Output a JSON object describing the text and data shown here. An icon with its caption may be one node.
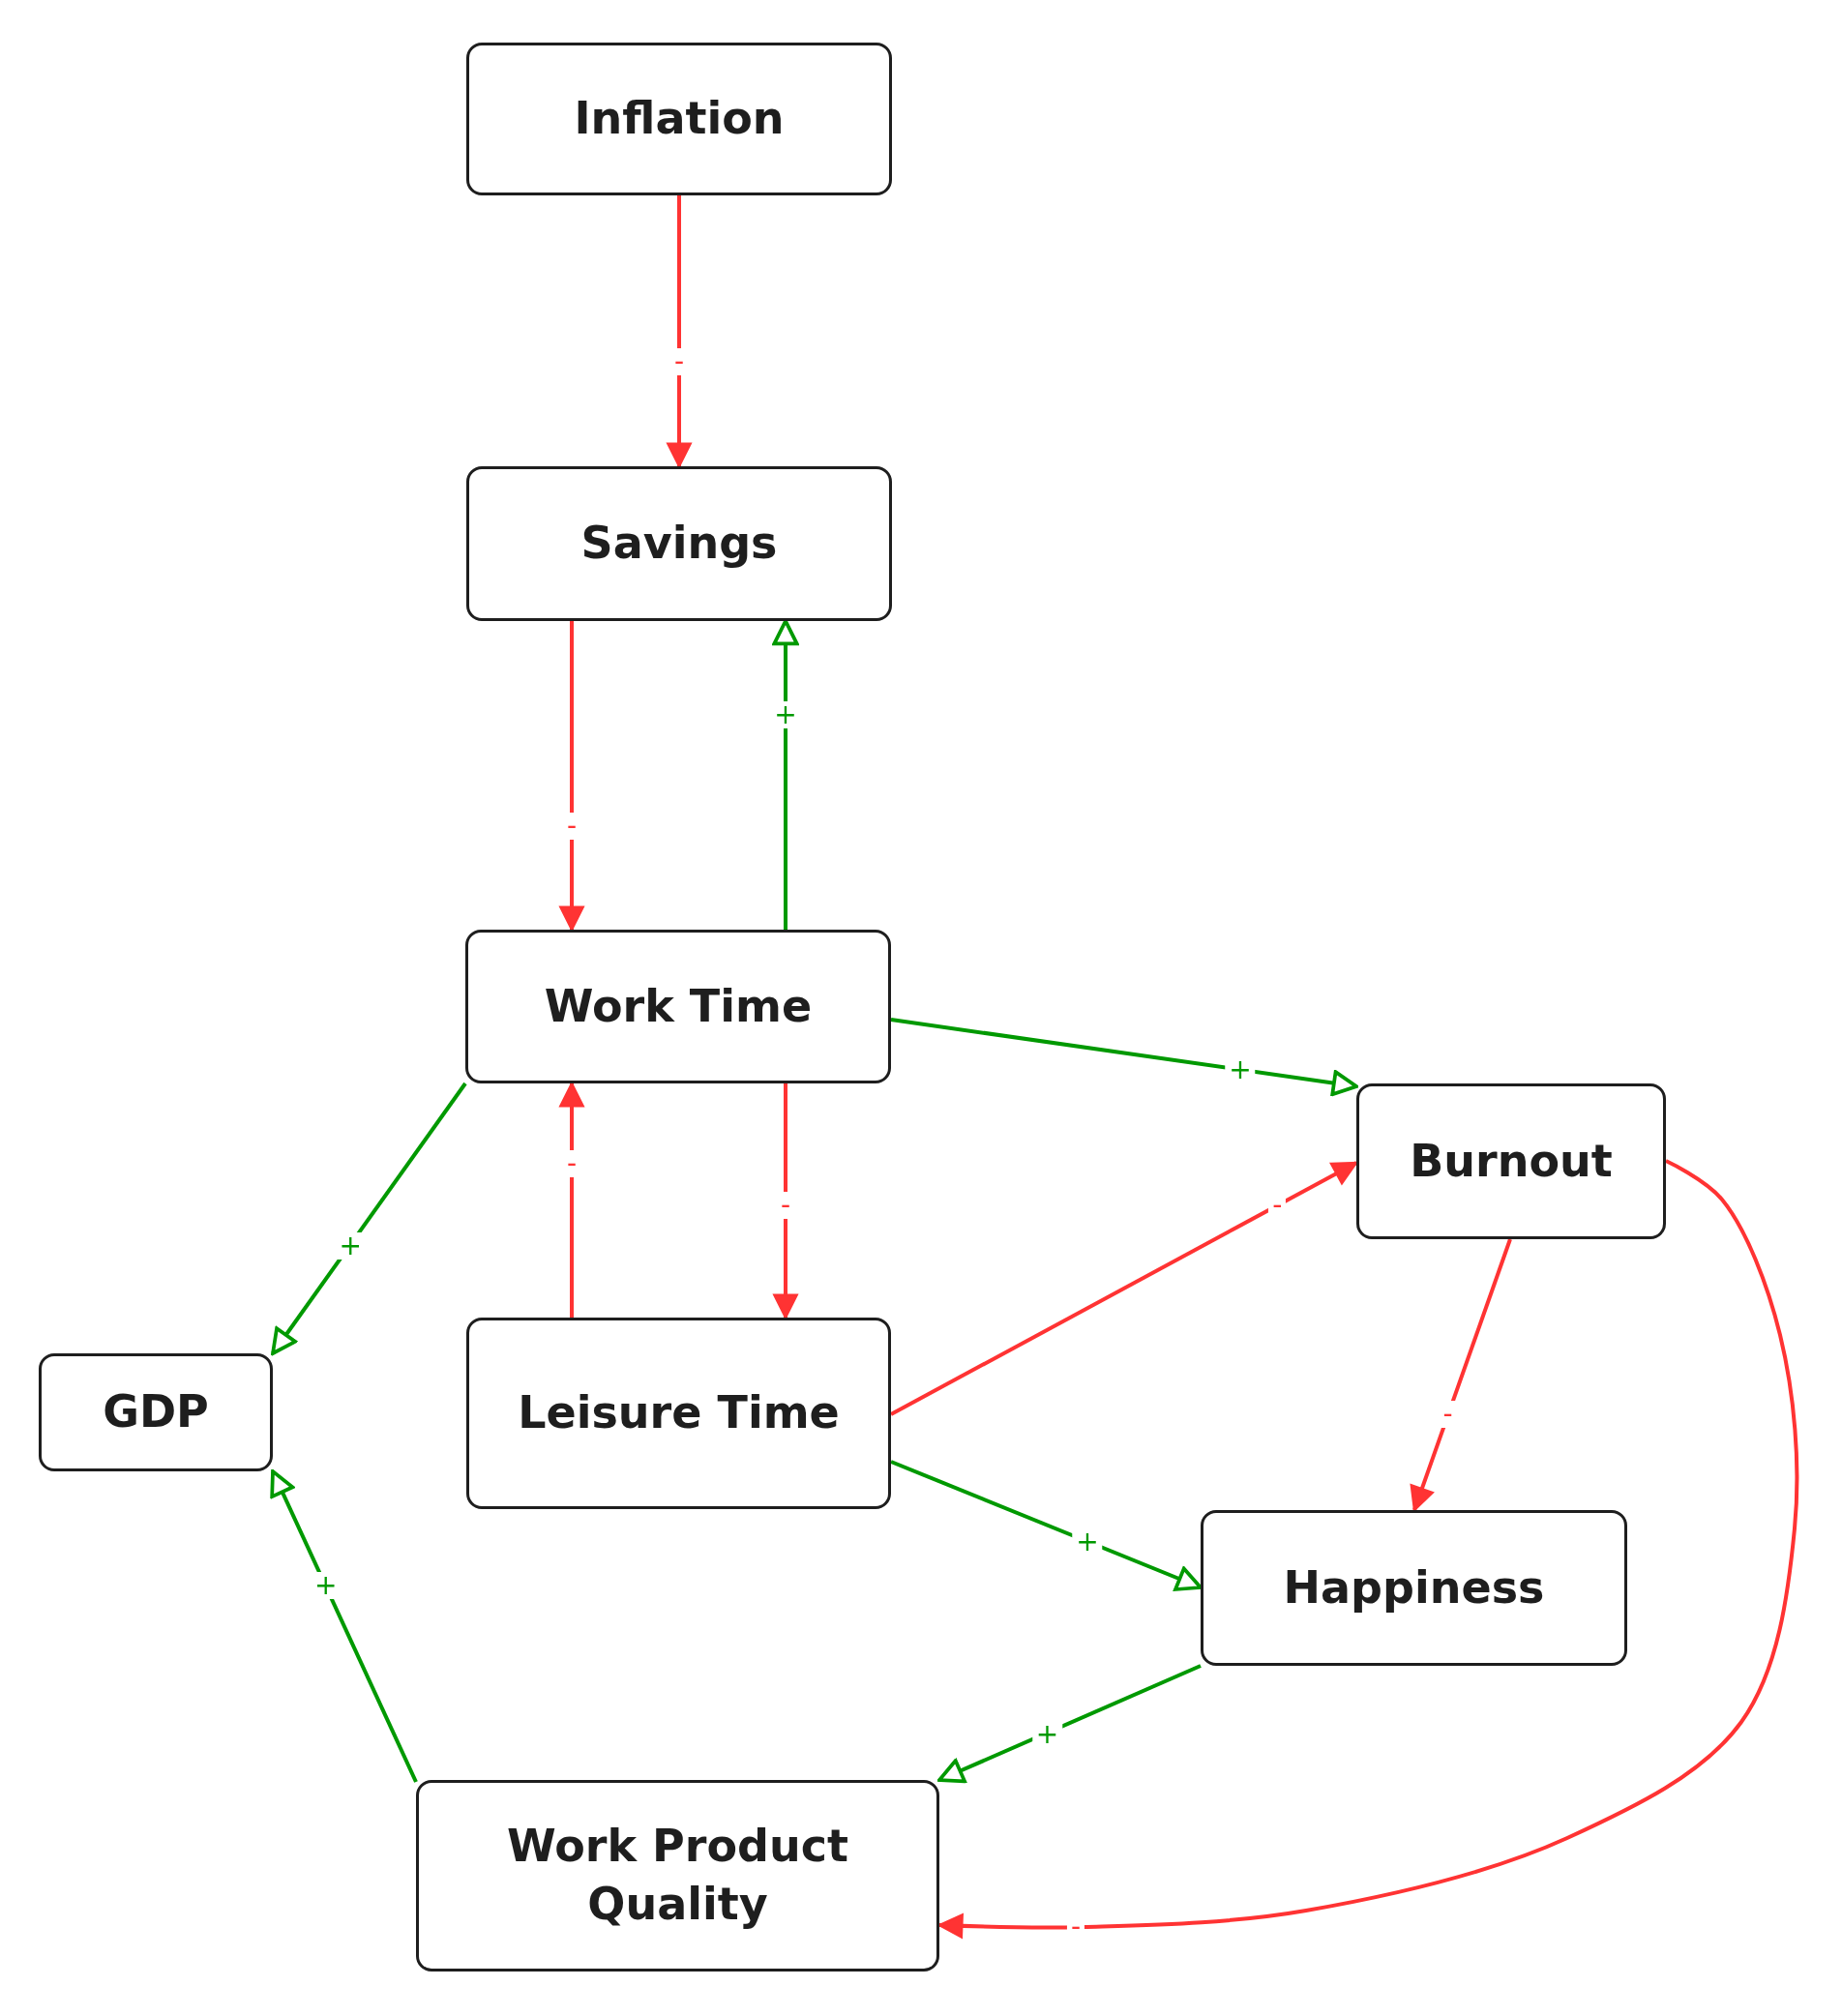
{
  "diagram": {
    "nodes": [
      {
        "text": [
          "Inflation"
        ]
      },
      {
        "text": [
          "Savings"
        ]
      },
      {
        "text": [
          "Work Time"
        ]
      },
      {
        "text": [
          "Burnout"
        ]
      },
      {
        "text": [
          "GDP"
        ]
      },
      {
        "text": [
          "Leisure Time"
        ]
      },
      {
        "text": [
          "Happiness"
        ]
      },
      {
        "text": [
          "Work Product Quality"
        ]
      }
    ],
    "edges": [
      {
        "from": 0,
        "to": 1,
        "arrow": "to",
        "label": "-"
      },
      {
        "from": 1,
        "to": 2,
        "arrow": "to",
        "label": "-"
      },
      {
        "from": 2,
        "to": 1,
        "arrow": "to",
        "label": "+",
        "color": "#009900"
      },
      {
        "from": 2,
        "to": 3,
        "arrow": "to",
        "label": "+",
        "color": "#009900"
      },
      {
        "from": 2,
        "to": 4,
        "arrow": "to",
        "label": "+",
        "color": "#009900"
      },
      {
        "from": 5,
        "to": 2,
        "arrow": "to",
        "label": "-"
      },
      {
        "from": 2,
        "to": 5,
        "arrow": "to",
        "label": "-"
      },
      {
        "from": 5,
        "to": 3,
        "arrow": "to",
        "label": "-"
      },
      {
        "from": 3,
        "to": 6,
        "arrow": "to",
        "label": "-"
      },
      {
        "from": 5,
        "to": 6,
        "arrow": "to",
        "label": "+",
        "color": "#009900"
      },
      {
        "from": 6,
        "to": 7,
        "arrow": "to",
        "label": "+",
        "color": "#009900"
      },
      {
        "from": 7,
        "to": 4,
        "arrow": "to",
        "label": "+",
        "color": "#009900"
      },
      {
        "from": 3,
        "to": 7,
        "arrow": "to",
        "label": "-"
      }
    ]
  }
}
